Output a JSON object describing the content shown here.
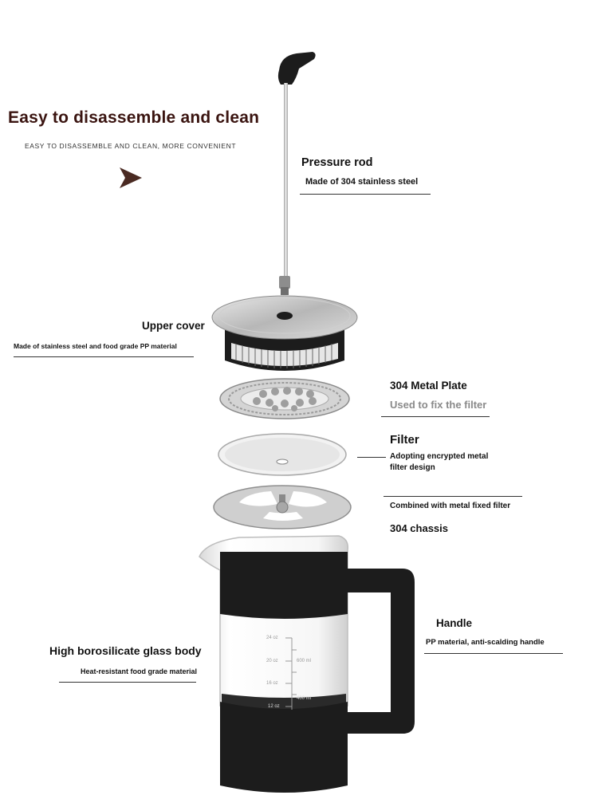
{
  "header": {
    "title": "Easy to disassemble and clean",
    "subtitle": "EASY TO DISASSEMBLE AND CLEAN, MORE CONVENIENT"
  },
  "parts": {
    "pressure_rod": {
      "name": "Pressure rod",
      "desc": "Made of 304 stainless steel"
    },
    "upper_cover": {
      "name": "Upper cover",
      "desc": "Made of stainless steel and food grade PP material"
    },
    "metal_plate": {
      "name": "304 Metal Plate",
      "desc": "Used to fix the filter"
    },
    "filter": {
      "name": "Filter",
      "desc_line1": "Adopting encrypted metal",
      "desc_line2": "filter design"
    },
    "chassis": {
      "desc": "Combined with metal fixed filter",
      "name": "304 chassis"
    },
    "handle": {
      "name": "Handle",
      "desc": "PP material, anti-scalding handle"
    },
    "glass_body": {
      "name": "High borosilicate glass body",
      "desc": "Heat-resistant food grade material"
    }
  },
  "scale_marks": {
    "oz": [
      "24 oz",
      "20 oz",
      "16 oz",
      "12 oz"
    ],
    "ml": [
      "600 ml",
      "400 ml"
    ]
  },
  "colors": {
    "title": "#3a1410",
    "arrow": "#4a2a22",
    "black_plastic": "#1c1c1c",
    "steel": "#c9c9c9"
  },
  "icons": {
    "arrow": "right-pointing-arrowhead-icon"
  }
}
